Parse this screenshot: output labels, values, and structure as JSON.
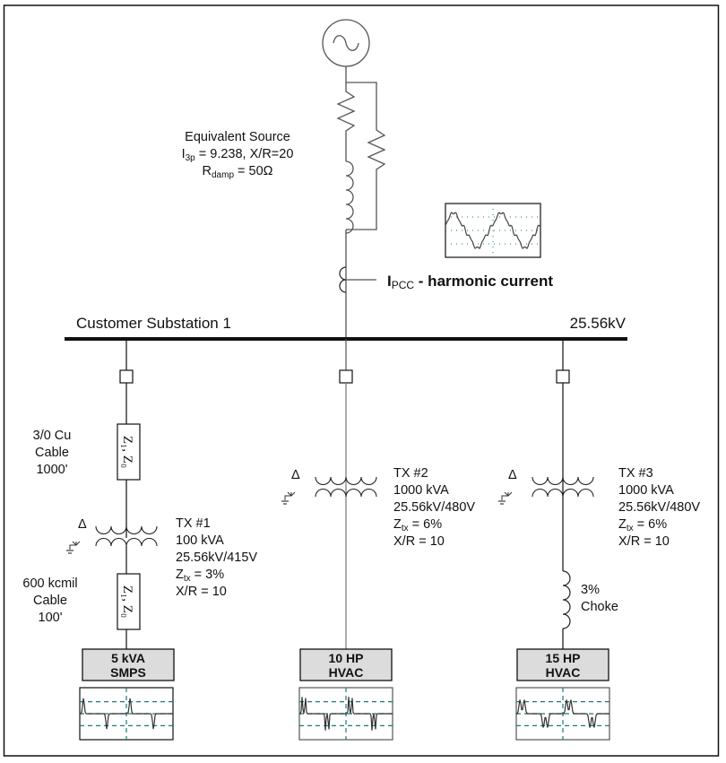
{
  "source": {
    "title": "Equivalent Source",
    "i3p_symbol": "I",
    "i3p_sub": "3p",
    "i3p_rest": " = 9.238, X/R=20",
    "rdamp_symbol": "R",
    "rdamp_sub": "damp",
    "rdamp_rest": " = 50Ω"
  },
  "pcc": {
    "symbol": "I",
    "sub": "PCC",
    "rest": " - harmonic current"
  },
  "bus": {
    "name": "Customer Substation 1",
    "voltage": "25.56kV"
  },
  "cables": [
    {
      "line1": "3/0 Cu",
      "line2": "Cable",
      "line3": "1000'",
      "z_label": "Z₁, Z₀"
    },
    {
      "line1": "600 kcmil",
      "line2": "Cable",
      "line3": "100'",
      "z_label": "Z₁, Z₀"
    }
  ],
  "transformers": [
    {
      "name": "TX #1",
      "rating": "100 kVA",
      "voltage": "25.56kV/415V",
      "z_symbol": "Z",
      "z_sub": "tx",
      "z_rest": " = 3%",
      "xr": "X/R = 10",
      "primary": "Δ"
    },
    {
      "name": "TX #2",
      "rating": "1000 kVA",
      "voltage": "25.56kV/480V",
      "z_symbol": "Z",
      "z_sub": "tx",
      "z_rest": " = 6%",
      "xr": "X/R = 10",
      "primary": "Δ"
    },
    {
      "name": "TX #3",
      "rating": "1000 kVA",
      "voltage": "25.56kV/480V",
      "z_symbol": "Z",
      "z_sub": "tx",
      "z_rest": " = 6%",
      "xr": "X/R = 10",
      "primary": "Δ"
    }
  ],
  "choke": {
    "line1": "3%",
    "line2": "Choke"
  },
  "loads": [
    {
      "line1": "5 kVA",
      "line2": "SMPS"
    },
    {
      "line1": "10 HP",
      "line2": "HVAC"
    },
    {
      "line1": "15 HP",
      "line2": "HVAC"
    }
  ],
  "colors": {
    "line": "#111111",
    "source_line": "#555555",
    "grid_dash": "#1a7a7a",
    "load_fill": "#dcdcdc",
    "waveform": "#333333"
  }
}
